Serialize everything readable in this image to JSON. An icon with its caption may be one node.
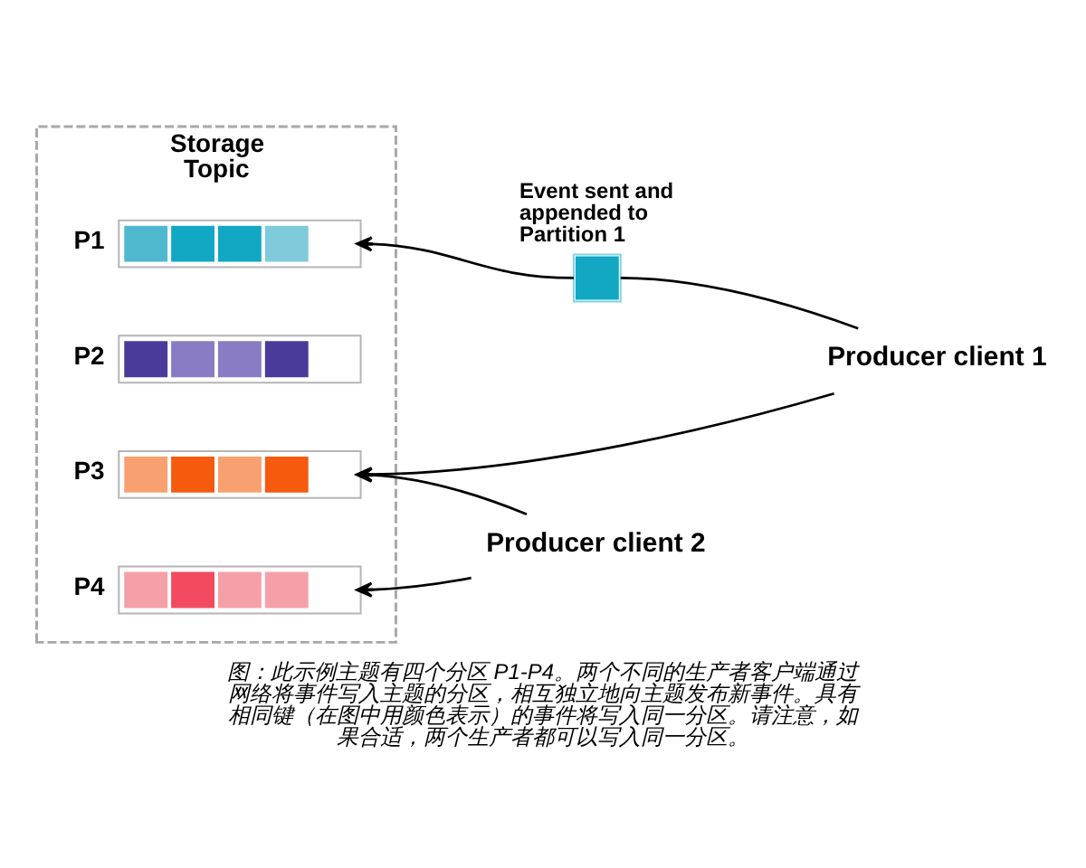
{
  "diagram": {
    "caption": "图：此示例主题有四个分区 P1-P4。两个不同的生产者客户端通过网络将事件写入主题的分区，相互独立地向主题发布新事件。具有相同键（在图中用颜色表示）的事件将写入同一分区。请注意，如果合适，两个生产者都可以写入同一分区。",
    "nodes": [
      {
        "text": [
          "Storage",
          "Topic"
        ]
      },
      {
        "text": [
          "P1"
        ],
        "in": 0
      },
      {
        "text": [
          "P2"
        ],
        "in": 0
      },
      {
        "text": [
          "P3"
        ],
        "in": 0
      },
      {
        "text": [
          "P4"
        ],
        "in": 0
      },
      {
        "text": [],
        "shape": "box",
        "beside": [
          "Event sent and appended to Partition 1"
        ]
      },
      {
        "text": [
          "Producer client 1"
        ]
      },
      {
        "text": [
          "Producer client 2"
        ]
      }
    ],
    "edges": [
      {
        "from": 6,
        "to": 5,
        "arrow": "none"
      },
      {
        "from": 5,
        "to": 1,
        "arrow": "to"
      },
      {
        "from": 6,
        "to": 3,
        "arrow": "to"
      },
      {
        "from": 7,
        "to": 3,
        "arrow": "to"
      },
      {
        "from": 7,
        "to": 4,
        "arrow": "to"
      }
    ]
  }
}
